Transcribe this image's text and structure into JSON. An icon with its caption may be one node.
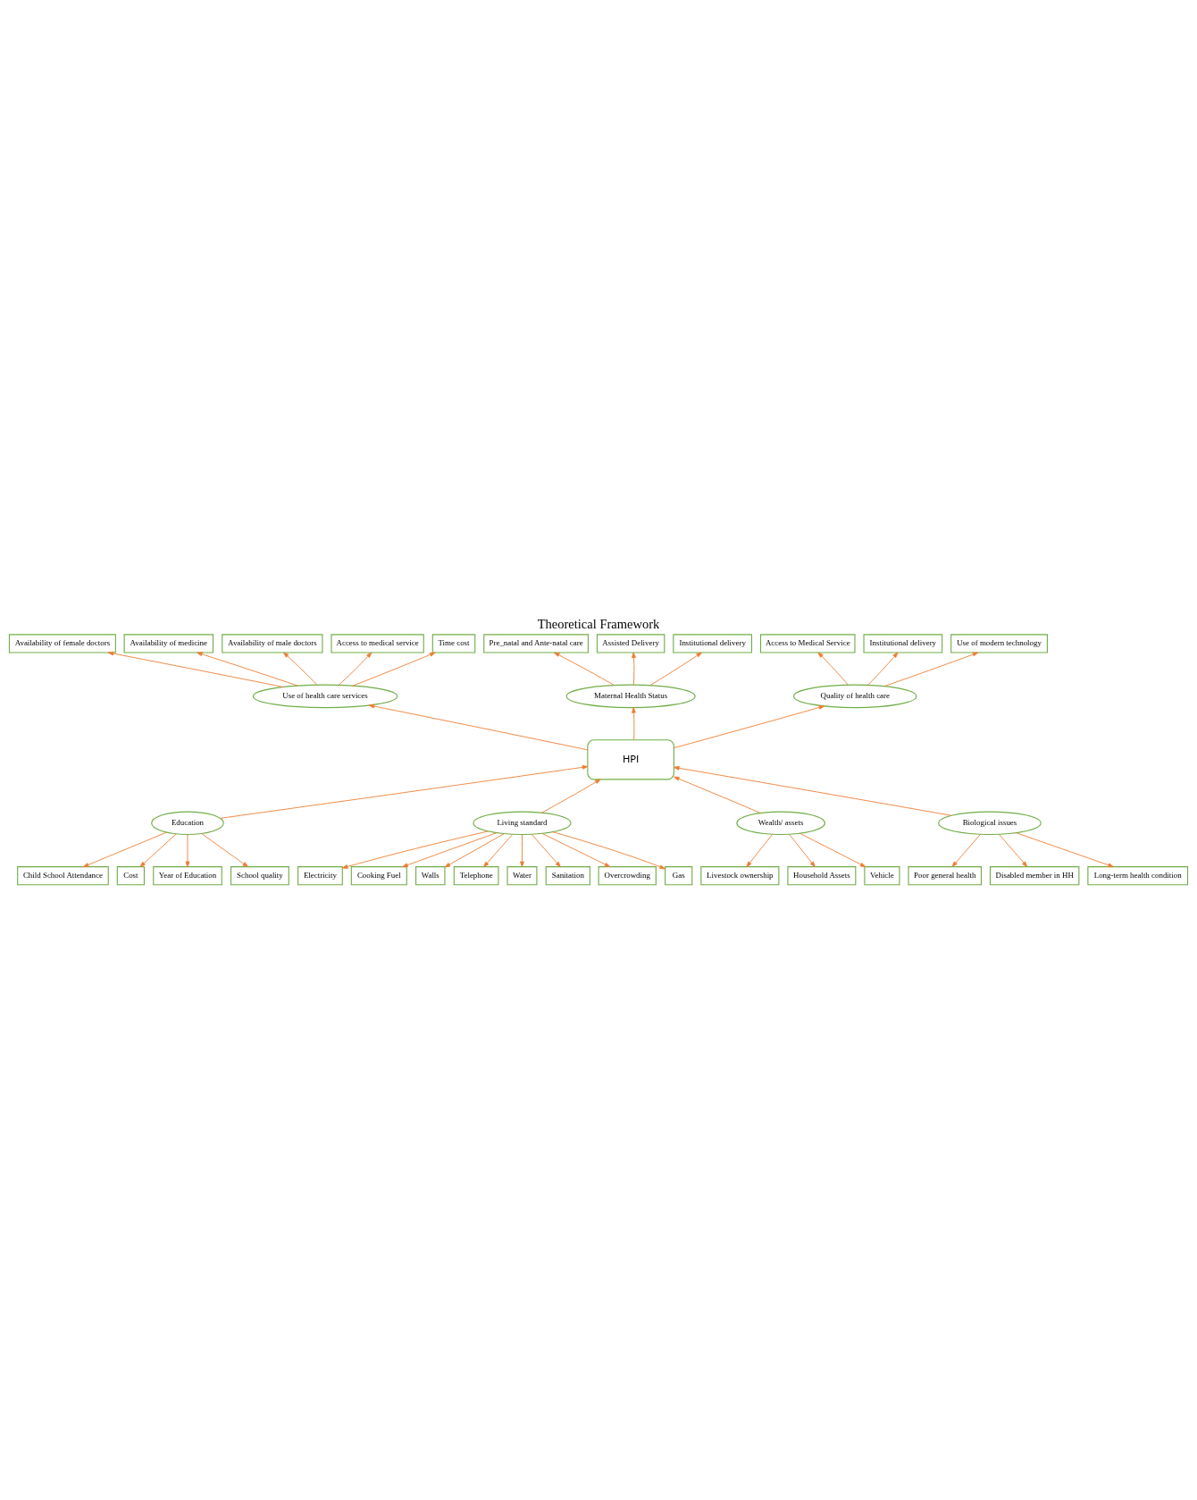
{
  "diagram": {
    "title": "Theoretical Framework",
    "nodes": [
      {
        "text": [
          "HPI"
        ]
      },
      {
        "text": [
          "Use of health care services"
        ]
      },
      {
        "text": [
          "Maternal Health Status"
        ]
      },
      {
        "text": [
          "Quality of health care"
        ]
      },
      {
        "text": [
          "Availability of female doctors"
        ]
      },
      {
        "text": [
          "Availability of medicine"
        ]
      },
      {
        "text": [
          "Availability of male doctors"
        ]
      },
      {
        "text": [
          "Access to medical service"
        ]
      },
      {
        "text": [
          "Time cost"
        ]
      },
      {
        "text": [
          "Pre_natal and Ante-natal care"
        ]
      },
      {
        "text": [
          "Assisted Delivery"
        ]
      },
      {
        "text": [
          "Institutional delivery"
        ]
      },
      {
        "text": [
          "Access to Medical Service"
        ]
      },
      {
        "text": [
          "Institutional delivery"
        ]
      },
      {
        "text": [
          "Use of modern technology"
        ]
      },
      {
        "text": [
          "Education"
        ]
      },
      {
        "text": [
          "Living standard"
        ]
      },
      {
        "text": [
          "Wealth/ assets"
        ]
      },
      {
        "text": [
          "Biological issues"
        ]
      },
      {
        "text": [
          "Child School Attendance"
        ]
      },
      {
        "text": [
          "Cost"
        ]
      },
      {
        "text": [
          "Year of Education"
        ]
      },
      {
        "text": [
          "School quality"
        ]
      },
      {
        "text": [
          "Electricity"
        ]
      },
      {
        "text": [
          "Cooking Fuel"
        ]
      },
      {
        "text": [
          "Walls"
        ]
      },
      {
        "text": [
          "Telephone"
        ]
      },
      {
        "text": [
          "Water"
        ]
      },
      {
        "text": [
          "Sanitation"
        ]
      },
      {
        "text": [
          "Overcrowding"
        ]
      },
      {
        "text": [
          "Gas"
        ]
      },
      {
        "text": [
          "Livestock ownership"
        ]
      },
      {
        "text": [
          "Household Assets"
        ]
      },
      {
        "text": [
          "Vehicle"
        ]
      },
      {
        "text": [
          "Poor general health"
        ]
      },
      {
        "text": [
          "Disabled member in HH"
        ]
      },
      {
        "text": [
          "Long-term health condition"
        ]
      }
    ],
    "edges": [
      {
        "from": 0,
        "to": 1,
        "arrow": "to"
      },
      {
        "from": 0,
        "to": 2,
        "arrow": "to"
      },
      {
        "from": 0,
        "to": 3,
        "arrow": "to"
      },
      {
        "from": 1,
        "to": 6,
        "arrow": "to"
      },
      {
        "from": 1,
        "to": 4,
        "arrow": "to"
      },
      {
        "from": 1,
        "to": 5,
        "arrow": "to"
      },
      {
        "from": 1,
        "to": 7,
        "arrow": "to"
      },
      {
        "from": 1,
        "to": 8,
        "arrow": "to"
      },
      {
        "from": 2,
        "to": 9,
        "arrow": "to"
      },
      {
        "from": 2,
        "to": 10,
        "arrow": "to"
      },
      {
        "from": 2,
        "to": 11,
        "arrow": "to"
      },
      {
        "from": 3,
        "to": 12,
        "arrow": "to"
      },
      {
        "from": 3,
        "to": 13,
        "arrow": "to"
      },
      {
        "from": 3,
        "to": 14,
        "arrow": "to"
      },
      {
        "from": 15,
        "to": 0,
        "arrow": "to"
      },
      {
        "from": 16,
        "to": 0,
        "arrow": "to"
      },
      {
        "from": 17,
        "to": 0,
        "arrow": "to"
      },
      {
        "from": 18,
        "to": 0,
        "arrow": "to"
      },
      {
        "from": 15,
        "to": 19,
        "arrow": "to"
      },
      {
        "from": 15,
        "to": 21,
        "arrow": "to"
      },
      {
        "from": 15,
        "to": 22,
        "arrow": "to"
      },
      {
        "from": 15,
        "to": 20,
        "arrow": "to"
      },
      {
        "from": 16,
        "to": 23,
        "arrow": "to"
      },
      {
        "from": 16,
        "to": 24,
        "arrow": "to"
      },
      {
        "from": 16,
        "to": 25,
        "arrow": "to"
      },
      {
        "from": 16,
        "to": 26,
        "arrow": "to"
      },
      {
        "from": 16,
        "to": 27,
        "arrow": "to"
      },
      {
        "from": 16,
        "to": 28,
        "arrow": "to"
      },
      {
        "from": 16,
        "to": 29,
        "arrow": "to"
      },
      {
        "from": 16,
        "to": 30,
        "arrow": "to"
      },
      {
        "from": 17,
        "to": 31,
        "arrow": "to"
      },
      {
        "from": 17,
        "to": 32,
        "arrow": "to"
      },
      {
        "from": 17,
        "to": 33,
        "arrow": "to"
      },
      {
        "from": 18,
        "to": 34,
        "arrow": "to"
      },
      {
        "from": 18,
        "to": 36,
        "arrow": "to"
      },
      {
        "from": 18,
        "to": 35,
        "arrow": "to"
      }
    ]
  }
}
